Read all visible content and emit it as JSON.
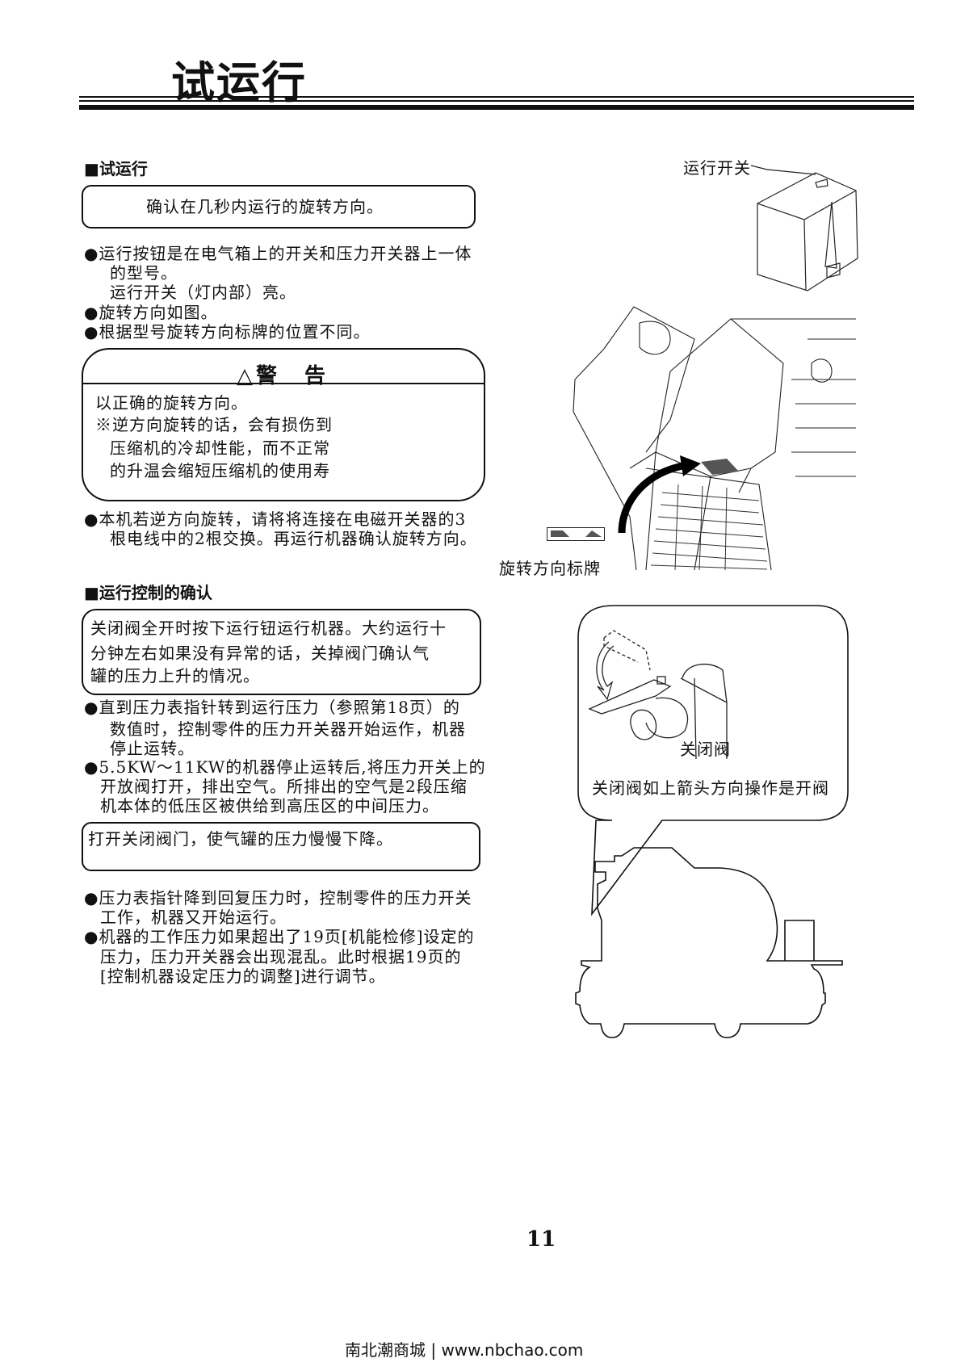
{
  "page_title": "试运行",
  "section1": {
    "heading": "■试运行",
    "box_text": "确认在几秒内运行的旋转方向。",
    "bullets": [
      "●运行按钮是在电气箱上的开关和压力开关器上一体",
      "的型号。",
      "运行开关（灯内部）亮。",
      "●旋转方向如图。",
      "●根据型号旋转方向标牌的位置不同。"
    ],
    "warning": {
      "title": "△警　告",
      "lines": [
        "以正确的旋转方向。",
        "※逆方向旋转的话，会有损伤到",
        "压缩机的冷却性能，而不正常",
        "的升温会缩短压缩机的使用寿"
      ]
    },
    "after_bullets": [
      "●本机若逆方向旋转，请将将连接在电磁开关器的3",
      "根电线中的2根交换。再运行机器确认旋转方向。"
    ]
  },
  "section2": {
    "heading": "■运行控制的确认",
    "box_lines": [
      "关闭阀全开时按下运行钮运行机器。大约运行十",
      "分钟左右如果没有异常的话，关掉阀门确认气",
      "罐的压力上升的情况。"
    ],
    "bullets": [
      "●直到压力表指针转到运行压力（参照第18页）的",
      "数值时，控制零件的压力开关器开始运作，机器",
      "停止运转。",
      "●5.5KW～11KW的机器停止运转后,将压力开关上的",
      "开放阀打开，排出空气。所排出的空气是2段压缩",
      "机本体的低压区被供给到高压区的中间压力。"
    ],
    "box2_text": "打开关闭阀门，使气罐的压力慢慢下降。",
    "bullets2": [
      "●压力表指针降到回复压力时，控制零件的压力开关",
      "工作，机器又开始运行。",
      "●机器的工作压力如果超出了19页[机能检修]设定的",
      "压力，压力开关器会出现混乱。此时根据19页的",
      "[控制机器设定压力的调整]进行调节。"
    ]
  },
  "figures": {
    "run_switch_label": "运行开关",
    "rotation_plate_label": "旋转方向标牌",
    "valve_label": "关闭阀",
    "valve_caption": "关闭阀如上箭头方向操作是开阀"
  },
  "page_number": "11",
  "footer": "南北潮商城 | www.nbchao.com"
}
